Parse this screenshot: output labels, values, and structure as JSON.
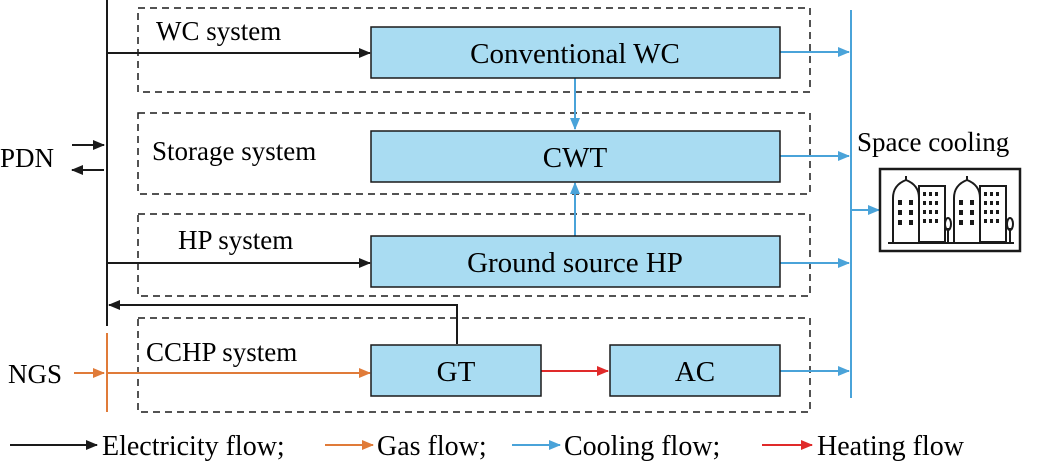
{
  "colors": {
    "electricity": "#1a1a1a",
    "gas": "#e07b39",
    "cooling": "#4aa3d9",
    "heating": "#e02a2a",
    "box_fill": "#a9dcf2",
    "box_stroke": "#1a1a1a",
    "dashed_stroke": "#1a1a1a"
  },
  "labels": {
    "pdn": "PDN",
    "ngs": "NGS",
    "space_cooling": "Space cooling"
  },
  "systems": {
    "wc": "WC system",
    "storage": "Storage system",
    "hp": "HP system",
    "cchp": "CCHP system"
  },
  "components": {
    "conventional_wc": "Conventional WC",
    "cwt": "CWT",
    "ground_source_hp": "Ground source HP",
    "gt": "GT",
    "ac": "AC"
  },
  "legend": {
    "electricity": "Electricity flow;",
    "gas": "Gas flow;",
    "cooling": "Cooling flow;",
    "heating": "Heating flow"
  },
  "icons": {
    "buildings": "buildings-icon"
  }
}
